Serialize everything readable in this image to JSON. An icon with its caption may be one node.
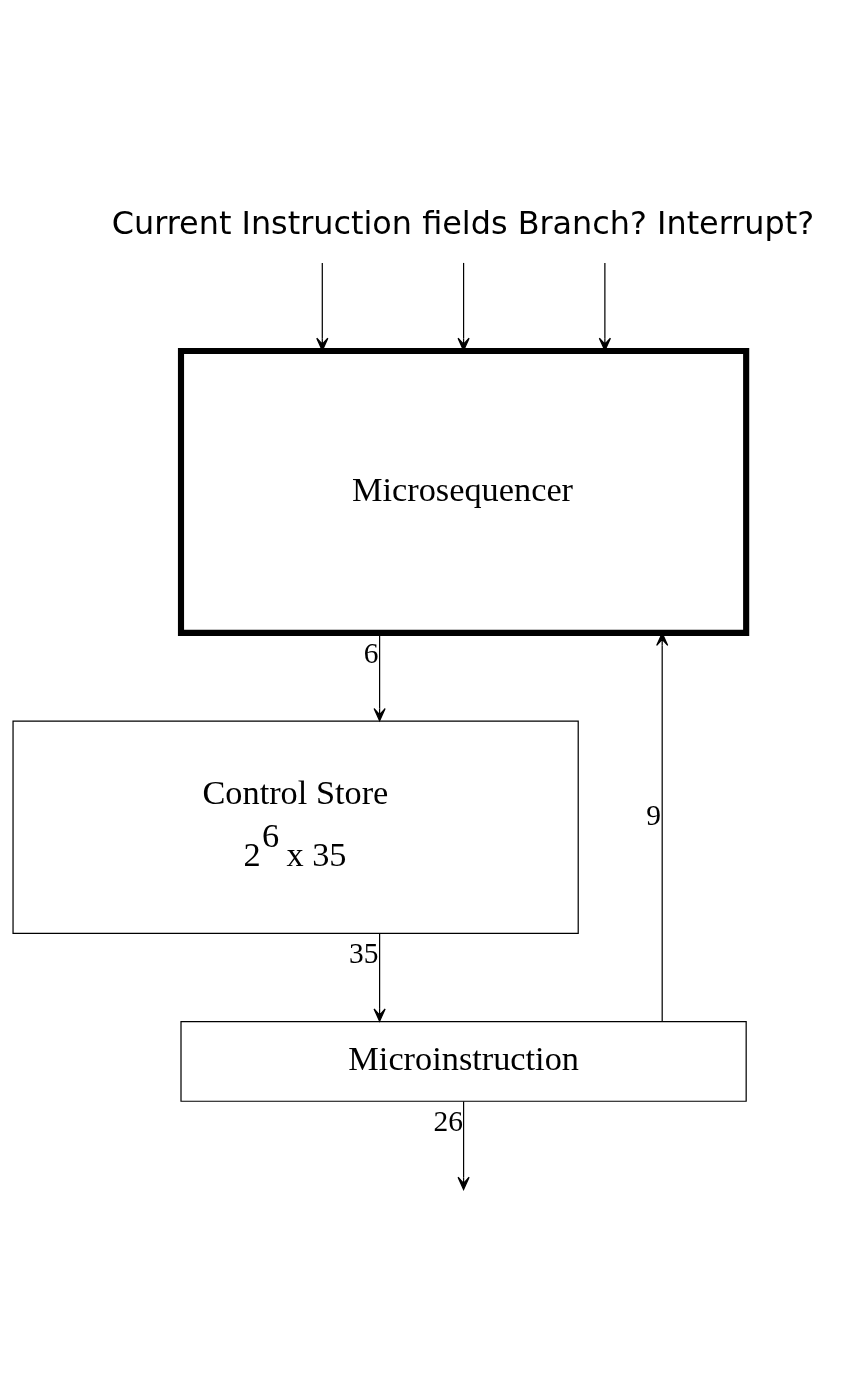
{
  "diagram": {
    "nodes": [
      {
        "text": [
          "Microsequencer"
        ]
      },
      {
        "text": [
          "Control Store",
          "2$^{6}$ x 35"
        ]
      },
      {
        "text": [
          "Microinstruction"
        ]
      },
      {
        "text": [
          "Current Instruction fields Branch? Interrupt?"
        ]
      }
    ],
    "edges": [
      {
        "from": 3,
        "to": 0,
        "arrow": "to"
      },
      {
        "from": 3,
        "to": 0,
        "arrow": "to"
      },
      {
        "from": 3,
        "to": 0,
        "arrow": "to"
      },
      {
        "from": 0,
        "to": 1,
        "arrow": "to",
        "label": "6"
      },
      {
        "from": 1,
        "to": 2,
        "arrow": "to",
        "label": "35"
      },
      {
        "from": 2,
        "to": 0,
        "arrow": "to",
        "label": "9"
      },
      {
        "from": 2,
        "to": null,
        "arrow": "to",
        "label": "26"
      }
    ]
  }
}
